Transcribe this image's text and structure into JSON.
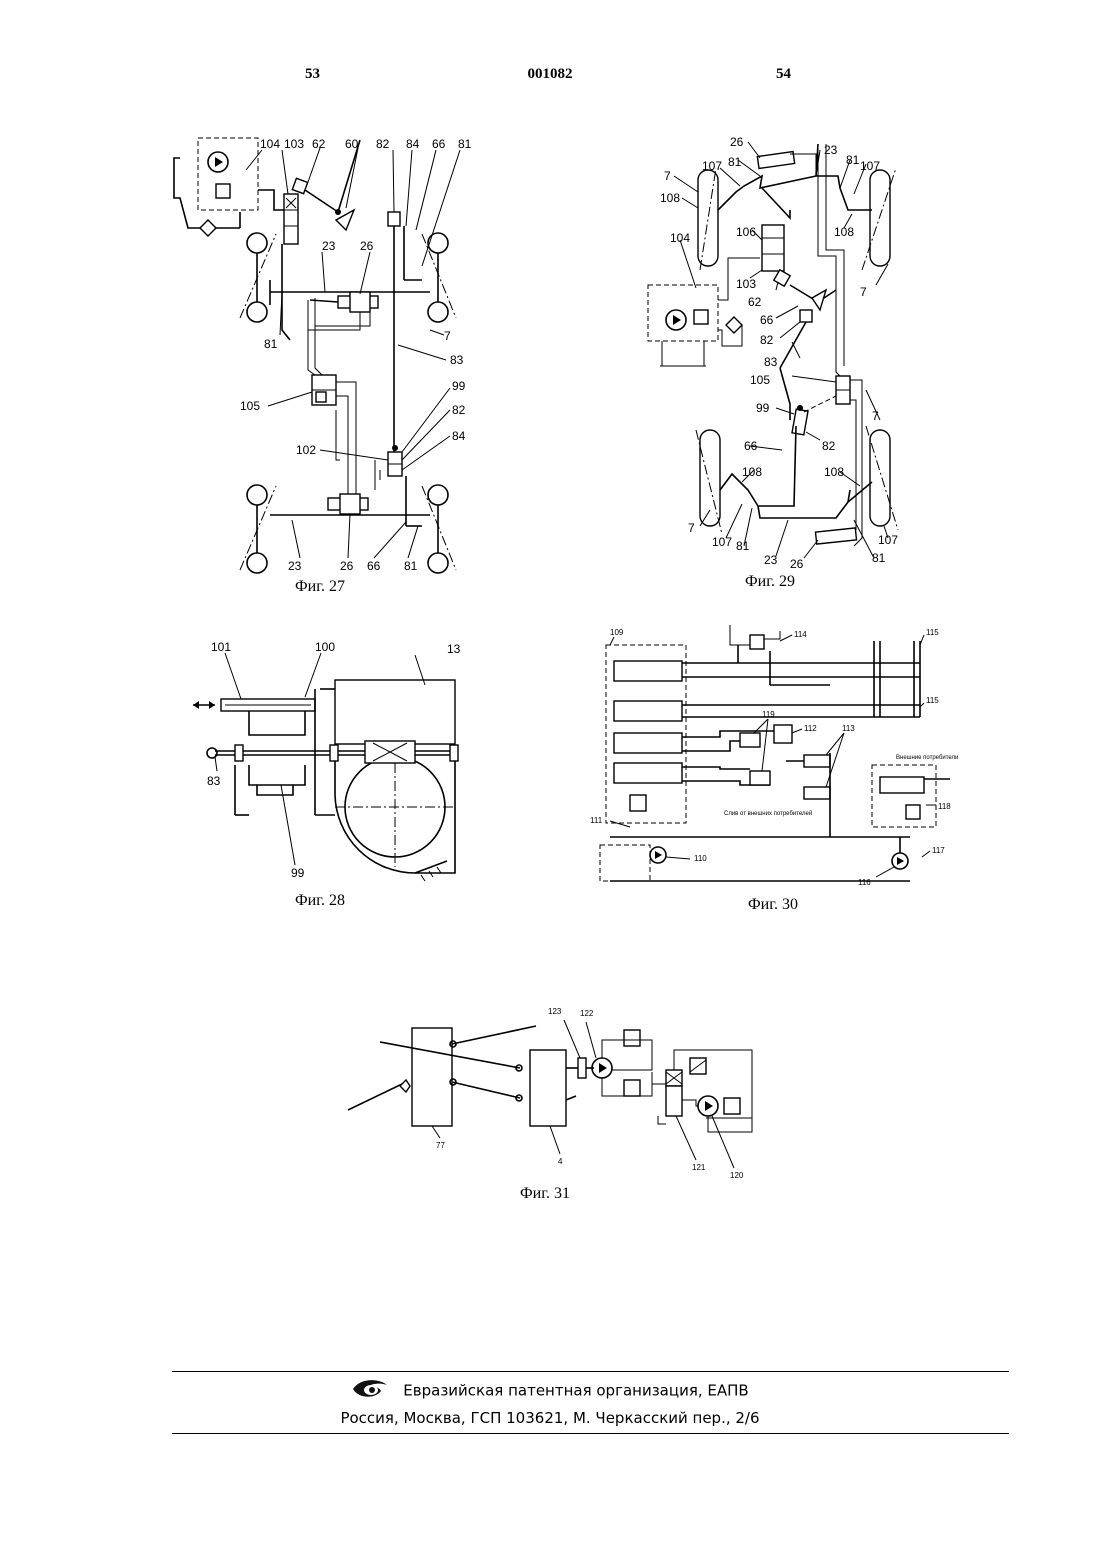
{
  "header": {
    "page_left": "53",
    "doc_number": "001082",
    "page_right": "54"
  },
  "figures": {
    "fig27": {
      "caption": "Фиг. 27",
      "labels": {
        "l104": "104",
        "l103": "103",
        "l62": "62",
        "l60": "60",
        "l82": "82",
        "l84": "84",
        "l66": "66",
        "l81": "81",
        "l23": "23",
        "l26": "26",
        "l7": "7",
        "l81b": "81",
        "l83": "83",
        "l105": "105",
        "l99": "99",
        "l82b": "82",
        "l84b": "84",
        "l102": "102",
        "l23b": "23",
        "l26b": "26",
        "l66b": "66",
        "l81c": "81"
      }
    },
    "fig29": {
      "caption": "Фиг. 29",
      "labels": {
        "l26": "26",
        "l23": "23",
        "l107": "107",
        "l81": "81",
        "l81r": "81",
        "l107r": "107",
        "l7": "7",
        "l108": "108",
        "l106": "106",
        "l108r": "108",
        "l104": "104",
        "l103": "103",
        "l62": "62",
        "l66": "66",
        "l82": "82",
        "l7r": "7",
        "l83": "83",
        "l105": "105",
        "l99": "99",
        "l82b": "82",
        "l66b": "66",
        "l7r2": "7",
        "l108b": "108",
        "l108c": "108",
        "l7b": "7",
        "l107b": "107",
        "l81b": "81",
        "l23b": "23",
        "l26b": "26",
        "l81c": "81",
        "l107c": "107"
      }
    },
    "fig28": {
      "caption": "Фиг. 28",
      "labels": {
        "l101": "101",
        "l100": "100",
        "l13": "13",
        "l83": "83",
        "l99": "99"
      }
    },
    "fig30": {
      "caption": "Фиг. 30",
      "labels": {
        "l109": "109",
        "l114": "114",
        "l115": "115",
        "l115b": "115",
        "l119": "119",
        "l112": "112",
        "l113": "113",
        "l111": "111",
        "l110": "110",
        "l118": "118",
        "l117": "117",
        "l116": "116",
        "ext": "Внешние потребители",
        "drain": "Слив от внешних потребителей"
      }
    },
    "fig31": {
      "caption": "Фиг. 31",
      "labels": {
        "l123": "123",
        "l122": "122",
        "l77": "77",
        "l4": "4",
        "l121": "121",
        "l120": "120"
      }
    }
  },
  "footer": {
    "org": "Евразийская патентная организация, ЕАПВ",
    "address": "Россия, Москва, ГСП 103621, М. Черкасский пер., 2/6"
  }
}
